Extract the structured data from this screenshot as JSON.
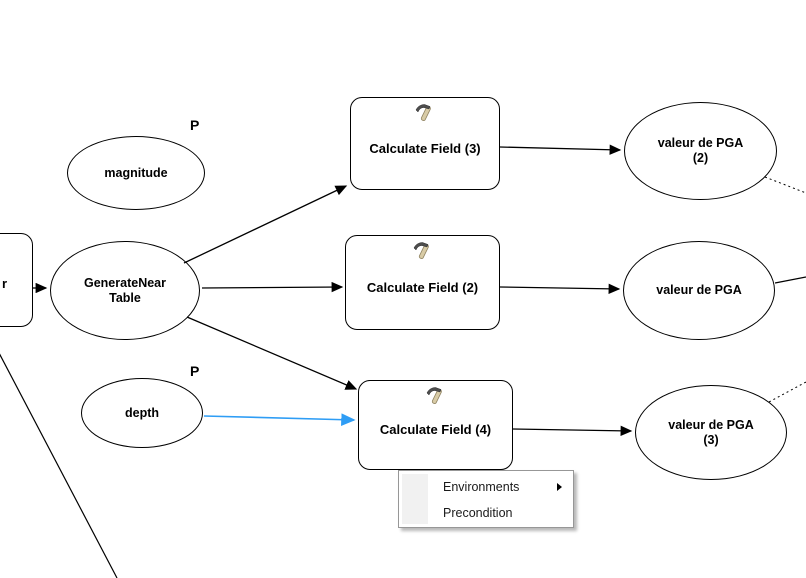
{
  "canvas": {
    "background": "#ffffff"
  },
  "nodes": {
    "offscreen_tool": {
      "label_fragment": "r",
      "type": "tool"
    },
    "magnitude": {
      "label": "magnitude",
      "parameter_marker": "P",
      "type": "variable"
    },
    "generate_near_table": {
      "label": "GenerateNear\nTable",
      "type": "variable"
    },
    "depth": {
      "label": "depth",
      "parameter_marker": "P",
      "type": "variable"
    },
    "calculate_field_3": {
      "label": "Calculate Field (3)",
      "type": "tool"
    },
    "calculate_field_2": {
      "label": "Calculate Field (2)",
      "type": "tool"
    },
    "calculate_field_4": {
      "label": "Calculate Field (4)",
      "type": "tool"
    },
    "valeur_de_pga_2": {
      "label": "valeur de PGA\n(2)",
      "type": "output"
    },
    "valeur_de_pga": {
      "label": "valeur de PGA",
      "type": "output"
    },
    "valeur_de_pga_3": {
      "label": "valeur de PGA\n(3)",
      "type": "output"
    }
  },
  "context_menu": {
    "items": [
      {
        "label": "Environments",
        "has_submenu": true
      },
      {
        "label": "Precondition",
        "has_submenu": false
      }
    ]
  },
  "icons": {
    "tool_icon": "hammer-icon",
    "submenu_icon": "submenu-arrow-icon"
  },
  "colors": {
    "node_stroke": "#000000",
    "connector": "#000000",
    "connector_highlight_blue": "#2e9df5",
    "menu_border": "#979797",
    "menu_gutter": "#f1f1f1",
    "menu_text": "#1a1a1a"
  }
}
